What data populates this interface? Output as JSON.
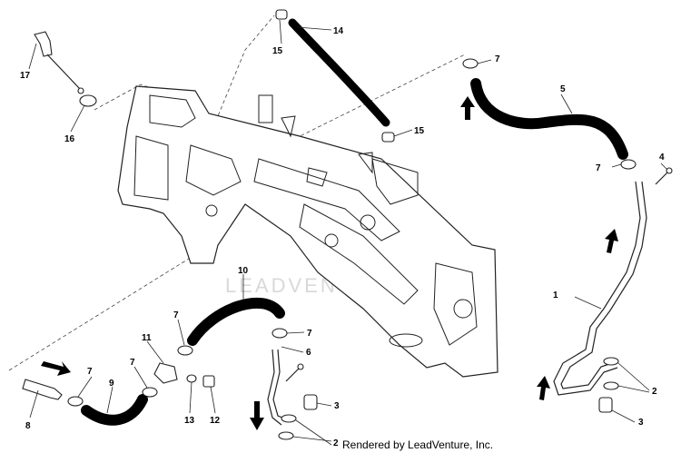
{
  "diagram": {
    "watermark": "LEADVENTURE",
    "credit": "Rendered by LeadVenture, Inc.",
    "callouts": [
      "1",
      "2",
      "2",
      "3",
      "3",
      "4",
      "5",
      "6",
      "7",
      "7",
      "7",
      "7",
      "7",
      "7",
      "8",
      "9",
      "10",
      "11",
      "12",
      "13",
      "14",
      "15",
      "15",
      "16",
      "17"
    ]
  }
}
